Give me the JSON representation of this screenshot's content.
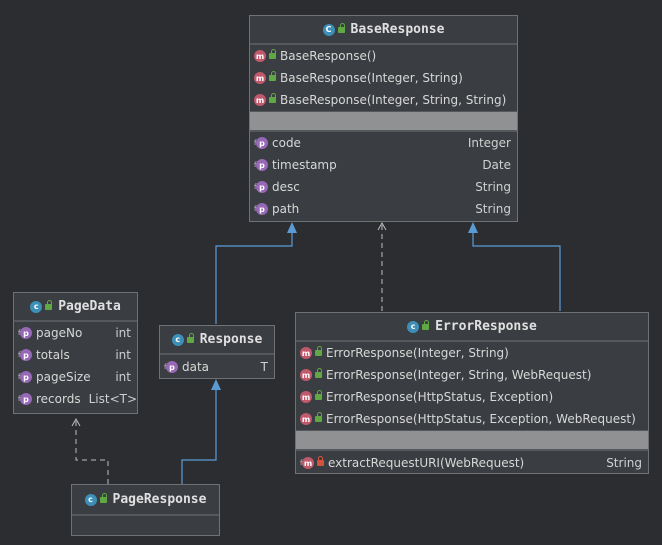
{
  "classes": {
    "base_response": {
      "name": "BaseResponse",
      "icon": "abstract-class-icon",
      "methods": [
        {
          "name": "BaseResponse()"
        },
        {
          "name": "BaseResponse(Integer, String)"
        },
        {
          "name": "BaseResponse(Integer, String, String)"
        }
      ],
      "fields": [
        {
          "name": "code",
          "type": "Integer"
        },
        {
          "name": "timestamp",
          "type": "Date"
        },
        {
          "name": "desc",
          "type": "String"
        },
        {
          "name": "path",
          "type": "String"
        }
      ]
    },
    "page_data": {
      "name": "PageData",
      "icon": "class-icon",
      "fields": [
        {
          "name": "pageNo",
          "type": "int"
        },
        {
          "name": "totals",
          "type": "int"
        },
        {
          "name": "pageSize",
          "type": "int"
        },
        {
          "name": "records",
          "type": "List<T>"
        }
      ]
    },
    "response": {
      "name": "Response",
      "icon": "class-icon",
      "fields": [
        {
          "name": "data",
          "type": "T"
        }
      ]
    },
    "error_response": {
      "name": "ErrorResponse",
      "icon": "class-icon",
      "methods": [
        {
          "name": "ErrorResponse(Integer, String)"
        },
        {
          "name": "ErrorResponse(Integer, String, WebRequest)"
        },
        {
          "name": "ErrorResponse(HttpStatus, Exception)"
        },
        {
          "name": "ErrorResponse(HttpStatus, Exception, WebRequest)"
        }
      ],
      "private_methods": [
        {
          "name": "extractRequestURI(WebRequest)",
          "type": "String"
        }
      ]
    },
    "page_response": {
      "name": "PageResponse",
      "icon": "class-icon"
    }
  },
  "relations": [
    {
      "from": "Response",
      "to": "BaseResponse",
      "kind": "extends"
    },
    {
      "from": "ErrorResponse",
      "to": "BaseResponse",
      "kind": "extends"
    },
    {
      "from": "ErrorResponse",
      "to": "BaseResponse",
      "kind": "dependency"
    },
    {
      "from": "PageResponse",
      "to": "Response",
      "kind": "extends"
    },
    {
      "from": "PageResponse",
      "to": "PageData",
      "kind": "dependency"
    }
  ],
  "colors": {
    "background": "#2b2d30",
    "node_fill": "#3a3d41",
    "inheritance_edge": "#5b9bd5",
    "dependency_edge": "#bdbdbd"
  }
}
